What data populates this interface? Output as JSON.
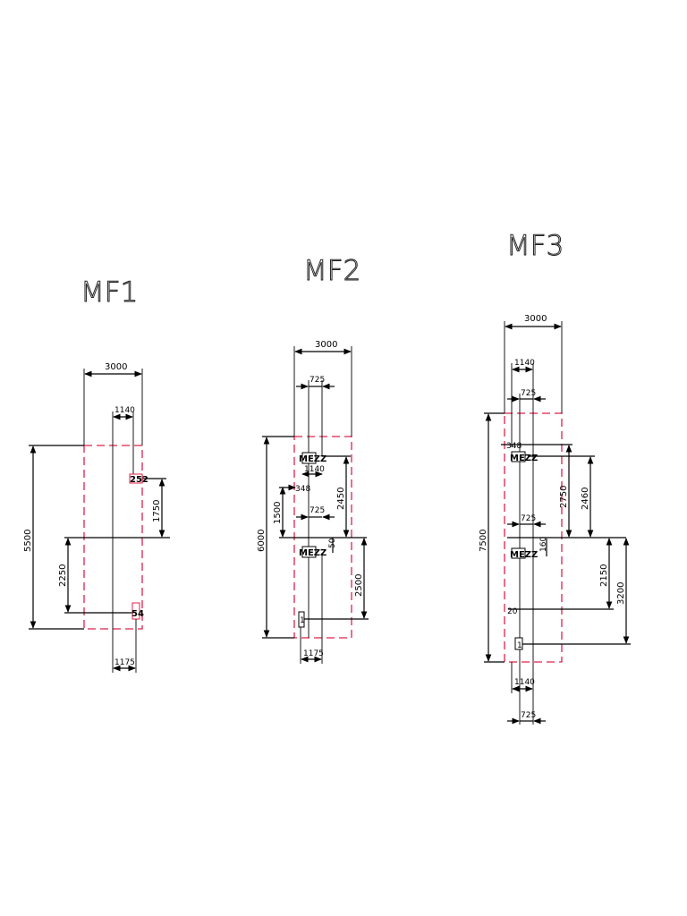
{
  "panels": [
    {
      "title": "MF1",
      "dims": {
        "top_width": "3000",
        "inner_offset": "1140",
        "right_vertical": "1750",
        "left_total": "5500",
        "left_lower": "2250",
        "bottom": "1175"
      },
      "tags": {
        "upper": "252",
        "lower": "54"
      }
    },
    {
      "title": "MF2",
      "dims": {
        "top_width": "3000",
        "upper_offset": "725",
        "inner_offset": "1140",
        "mid_offset": "725",
        "left_total": "6000",
        "left_upper": "1500",
        "right_upper": "2450",
        "right_lower": "2500",
        "small_vertical": "50",
        "bottom": "1175"
      },
      "tags": {
        "upper_mezz": "MEZZ",
        "lower_mezz": "MEZZ",
        "mid": "348",
        "bottom": "1"
      }
    },
    {
      "title": "MF3",
      "dims": {
        "top_width": "3000",
        "inner_offset": "1140",
        "upper_offset": "725",
        "mid_offset": "725",
        "left_total": "7500",
        "right_a": "2750",
        "right_b": "2460",
        "small_vertical": "160",
        "right_c": "2150",
        "right_d": "3200",
        "bottom_inner": "1140",
        "bottom_outer": "725"
      },
      "tags": {
        "upper_mezz": "MEZZ",
        "lower_mezz": "MEZZ",
        "mid": "348",
        "low": "20",
        "bottom": "1"
      }
    }
  ]
}
